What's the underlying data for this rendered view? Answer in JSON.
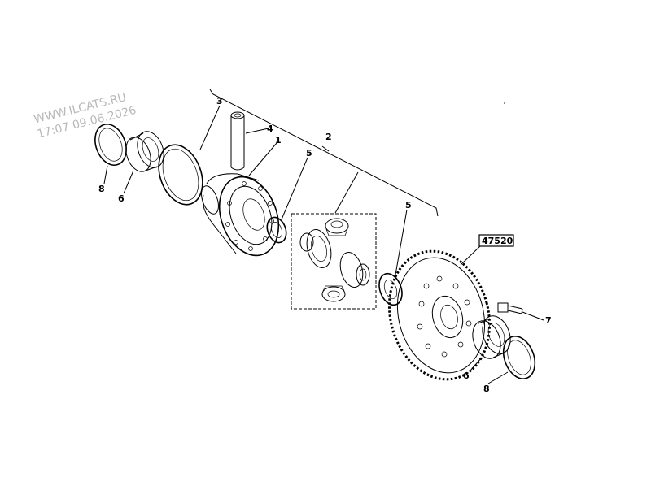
{
  "watermark": {
    "line1": "WWW.ILCATS.RU",
    "line2": "17:07 09.06.2026"
  },
  "callouts": {
    "c1": "1",
    "c2": "2",
    "c3": "3",
    "c4": "4",
    "c5a": "5",
    "c5b": "5",
    "c6a": "6",
    "c6b": "6",
    "c7": "7",
    "c8a": "8",
    "c8b": "8"
  },
  "ref_box": "47520"
}
